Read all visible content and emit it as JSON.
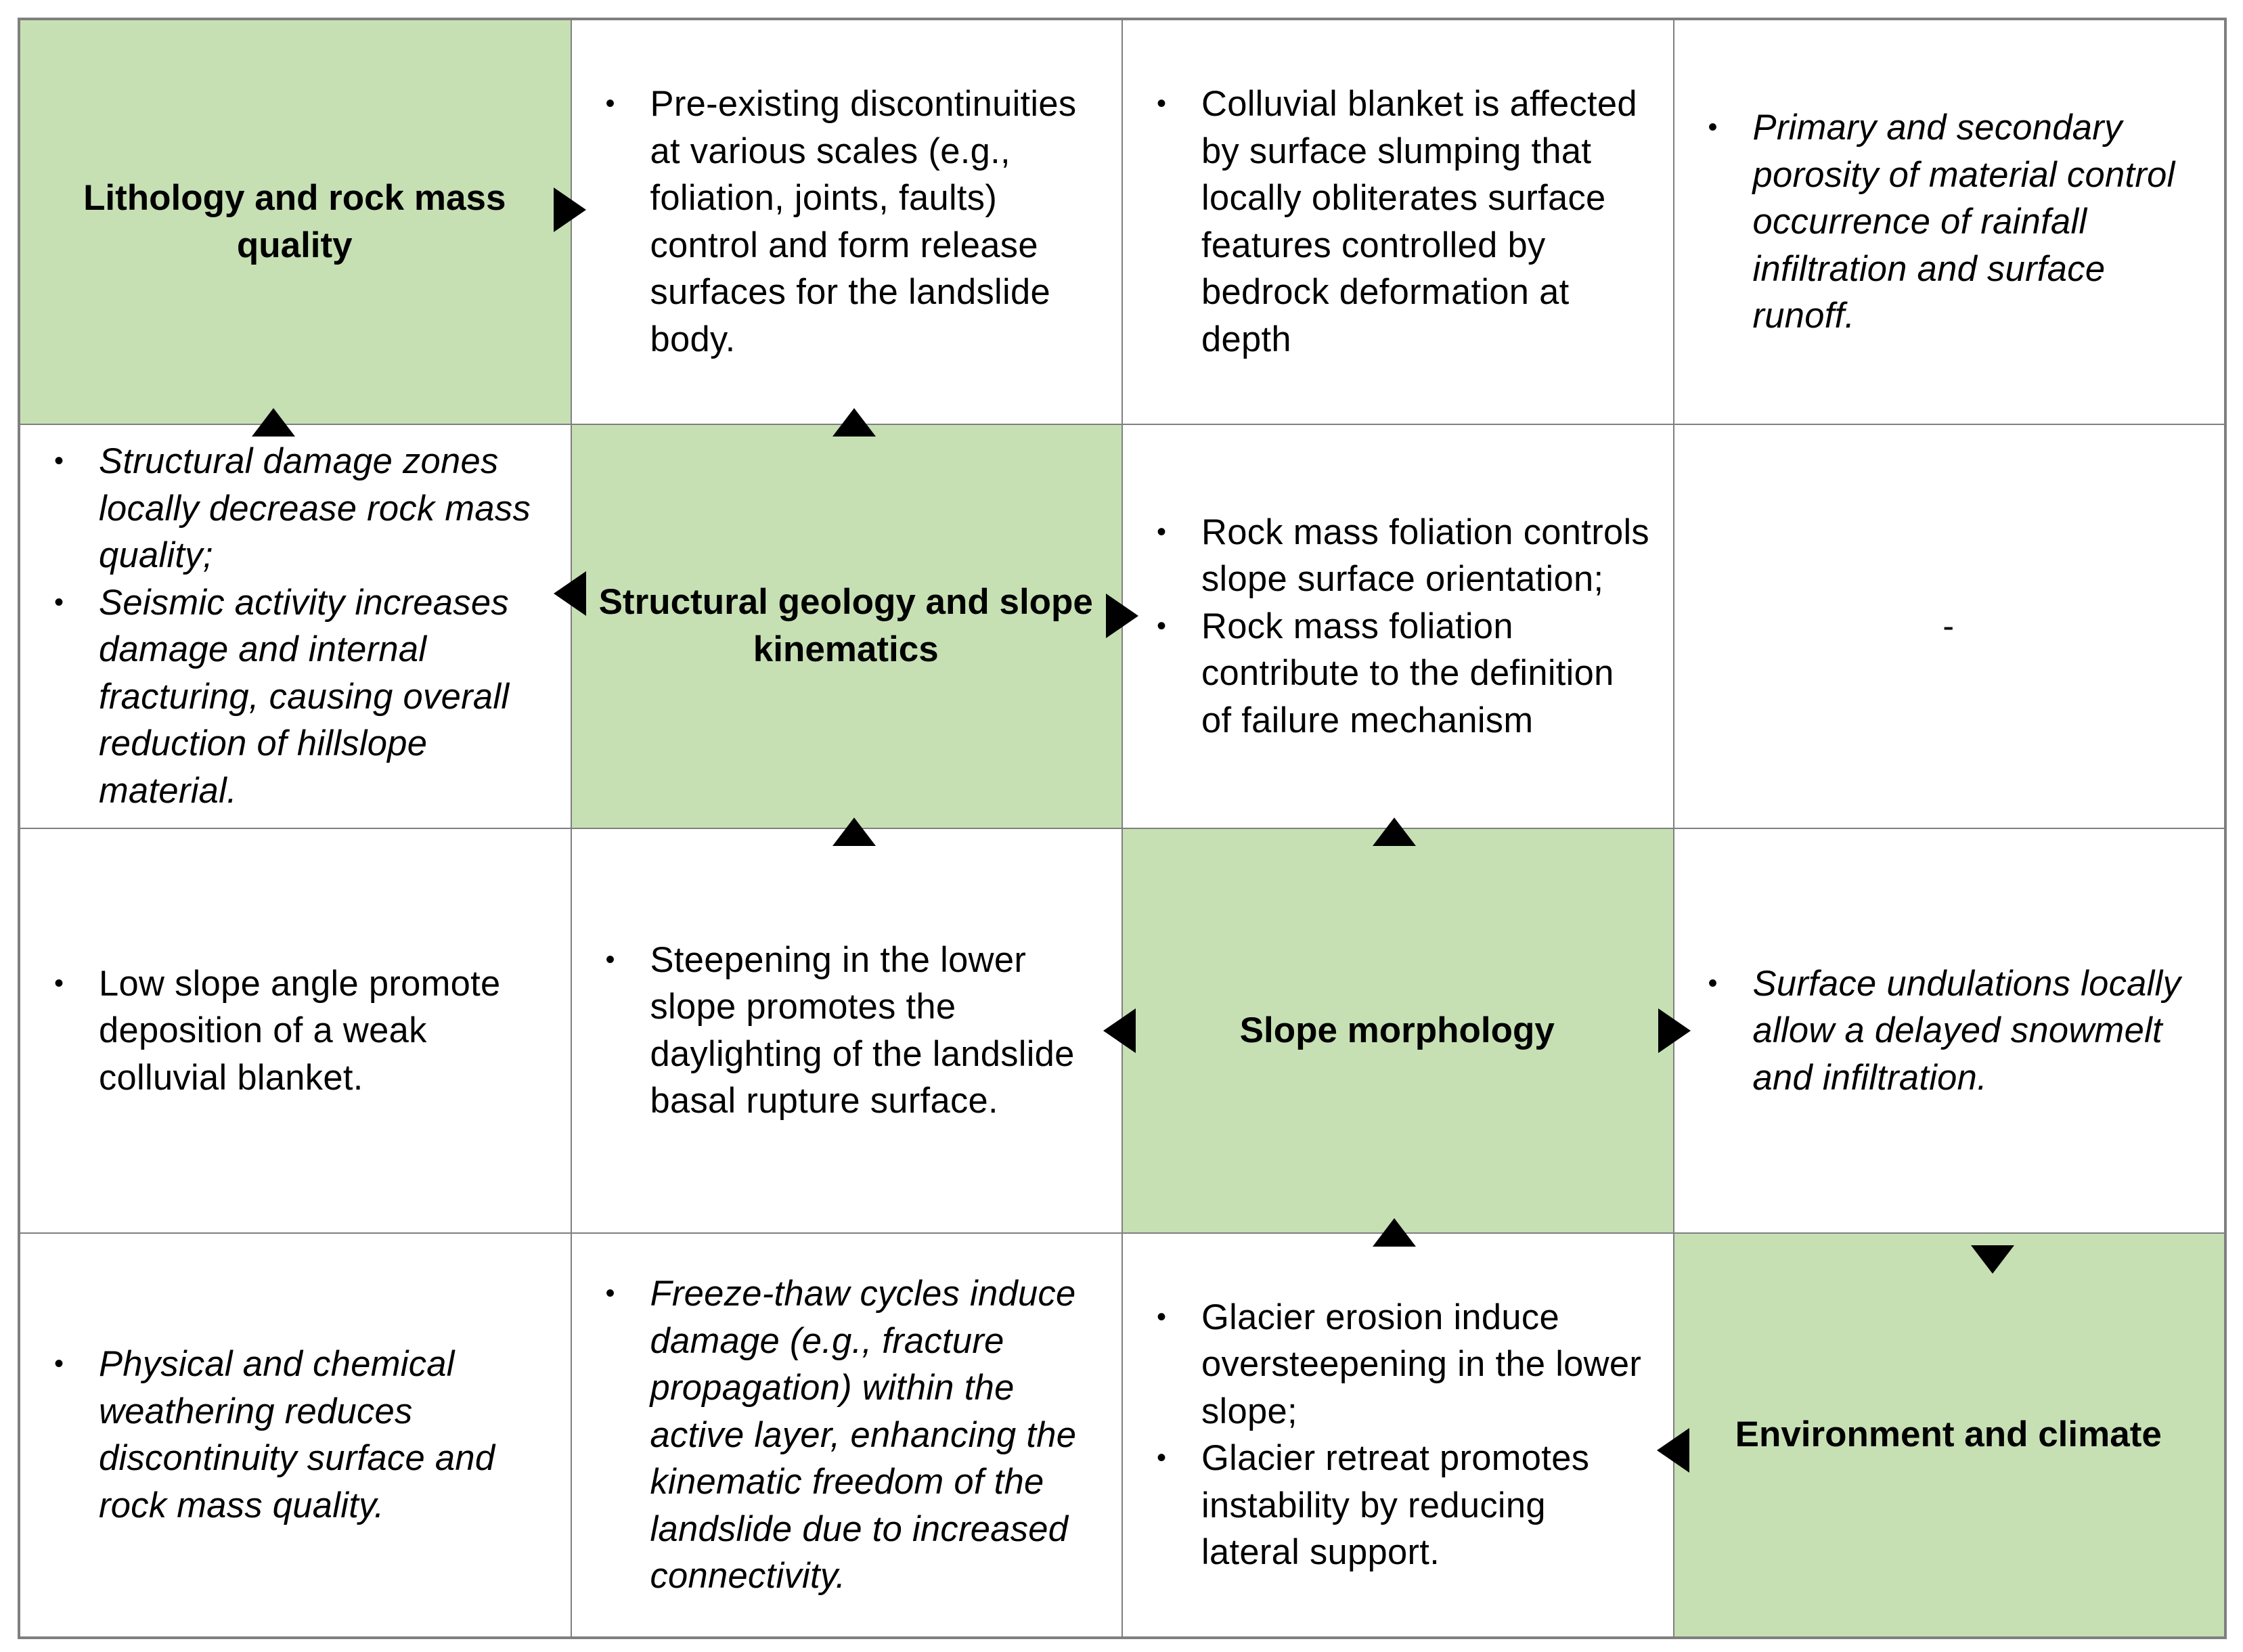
{
  "colors": {
    "key_fill": "#c6e0b4",
    "grid": "#7f7f7f",
    "arrow": "#000000"
  },
  "matrix": {
    "r0c0": "Lithology and rock mass quality",
    "r0c1": [
      "Pre-existing discontinuities at various scales (e.g., foliation, joints, faults) control and form release surfaces for the landslide body."
    ],
    "r0c2": [
      "Colluvial blanket is affected by surface slumping that locally obliterates surface features controlled by bedrock deformation at depth"
    ],
    "r0c3": [
      "Primary and secondary porosity of material control occurrence of rainfall infiltration and surface runoff."
    ],
    "r1c0": [
      "Structural damage zones locally decrease rock mass quality;",
      "Seismic activity increases damage and internal fracturing, causing overall reduction of hillslope material."
    ],
    "r1c1": "Structural geology and slope kinematics",
    "r1c2": [
      "Rock mass foliation controls slope surface orientation;",
      "Rock mass foliation contribute to the definition of failure mechanism"
    ],
    "r1c3": "-",
    "r2c0": [
      "Low slope angle promote deposition of a weak colluvial blanket."
    ],
    "r2c1": [
      "Steepening in the lower slope promotes the daylighting of the landslide basal rupture surface."
    ],
    "r2c2": "Slope morphology",
    "r2c3": [
      "Surface undulations locally allow a delayed snowmelt and infiltration."
    ],
    "r3c0": [
      "Physical and chemical weathering reduces discontinuity surface and rock mass quality."
    ],
    "r3c1": [
      "Freeze-thaw cycles induce damage (e.g., fracture propagation) within the active layer, enhancing the kinematic freedom of the landslide due to increased connectivity."
    ],
    "r3c2": [
      "Glacier erosion induce oversteepening in the lower slope;",
      "Glacier retreat promotes instability by reducing lateral support."
    ],
    "r3c3": "Environment and climate"
  }
}
